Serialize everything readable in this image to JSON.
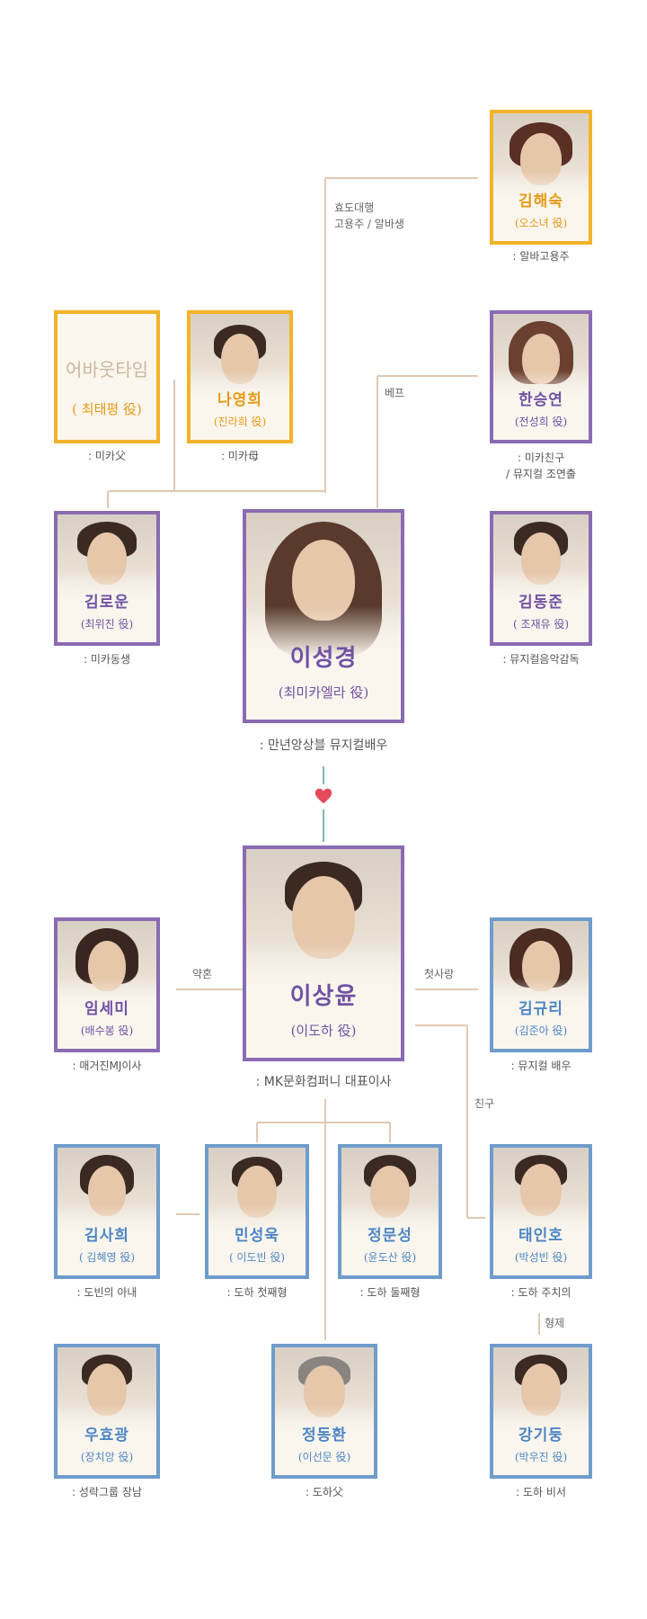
{
  "colors": {
    "yellow": "#f2b32a",
    "purple": "#8a6bb3",
    "blue": "#6f9ccb",
    "line": "#e1c8b2",
    "line_teal": "#7cb8b0",
    "heart": "#e64a5a"
  },
  "characters": {
    "kim_haesuk": {
      "name": "김해숙",
      "role": "(오소녀 役)",
      "desc": ": 알바고용주"
    },
    "placeholder": {
      "title": "어바웃타임",
      "role": "( 최태평 役)",
      "desc": ": 미카父"
    },
    "na_younghee": {
      "name": "나영희",
      "role": "(진라희 役)",
      "desc": ": 미카母"
    },
    "han_seungyeon": {
      "name": "한승연",
      "role": "(전성희 役)",
      "desc": ": 미카친구\n/ 뮤지컬 조연출"
    },
    "kim_rowoon": {
      "name": "김로운",
      "role": "(최위진 役)",
      "desc": ": 미카동생"
    },
    "lee_sungkyoung": {
      "name": "이성경",
      "role": "(최미카엘라 役)",
      "desc": ": 만년앙상블 뮤지컬배우"
    },
    "kim_dongjun": {
      "name": "김동준",
      "role": "( 조재유 役)",
      "desc": ": 뮤지컬음악감독"
    },
    "im_semi": {
      "name": "임세미",
      "role": "(배수봉 役)",
      "desc": ": 매거진MJ이사"
    },
    "lee_sangyoon": {
      "name": "이상윤",
      "role": "(이도하 役)",
      "desc": ": MK문화컴퍼니 대표이사"
    },
    "kim_gyuri": {
      "name": "김규리",
      "role": "(김준아 役)",
      "desc": ": 뮤지컬 배우"
    },
    "kim_sahee": {
      "name": "김사희",
      "role": "( 김혜영 役)",
      "desc": ": 도빈의 아내"
    },
    "min_sungwook": {
      "name": "민성욱",
      "role": "( 이도빈 役)",
      "desc": ": 도하 첫째형"
    },
    "jung_moonsung": {
      "name": "정문성",
      "role": "(윤도산 役)",
      "desc": ": 도하 둘째형"
    },
    "tae_inho": {
      "name": "태인호",
      "role": "(박성빈 役)",
      "desc": ": 도하 주치의"
    },
    "woo_hyokwang": {
      "name": "우효광",
      "role": "(장치앙 役)",
      "desc": ": 성락그룹 장남"
    },
    "jung_donghwan": {
      "name": "정동환",
      "role": "(이선문 役)",
      "desc": ": 도하父"
    },
    "kang_kidoong": {
      "name": "강기둥",
      "role": "(박우진 役)",
      "desc": ": 도하 비서"
    }
  },
  "relations": {
    "filial_line1": "효도대행",
    "filial_line2": "고용주 / 알바생",
    "bestie": "베프",
    "engaged": "약혼",
    "first_love": "첫사랑",
    "friend": "친구",
    "brothers": "형제"
  },
  "icons": {
    "heart": "heart-icon"
  }
}
